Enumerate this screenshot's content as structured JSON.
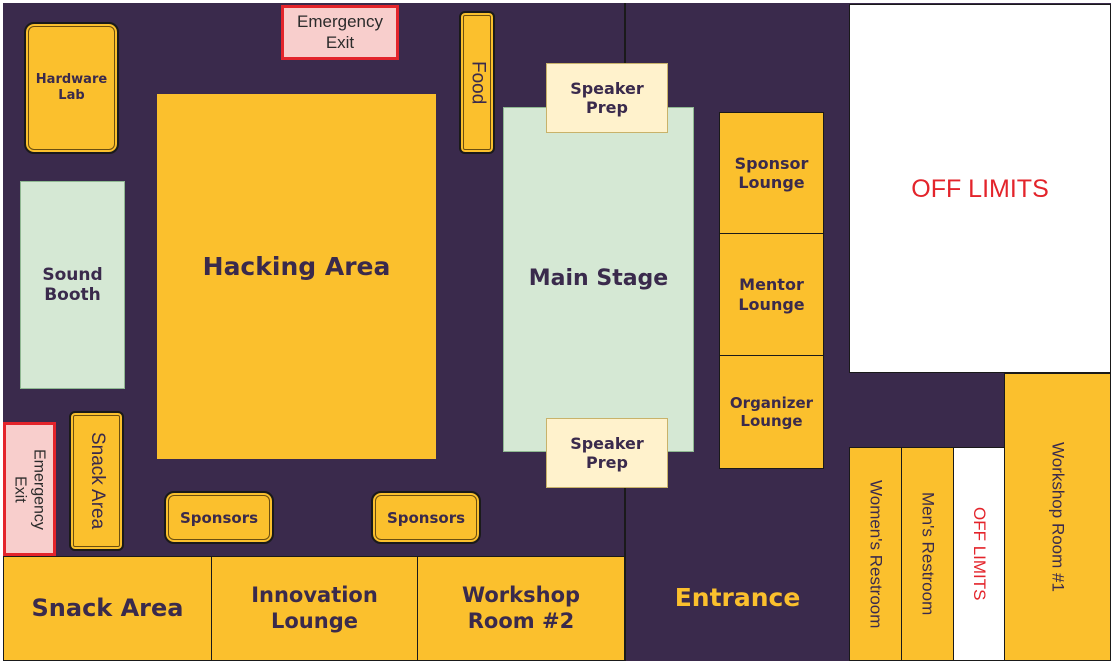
{
  "rooms": {
    "emergency_exit_top": "Emergency\nExit",
    "hardware_lab": "Hardware\nLab",
    "food": "Food",
    "sound_booth": "Sound\nBooth",
    "hacking_area": "Hacking Area",
    "speaker_prep_top": "Speaker\nPrep",
    "main_stage": "Main Stage",
    "speaker_prep_bottom": "Speaker\nPrep",
    "sponsor_lounge": "Sponsor\nLounge",
    "mentor_lounge": "Mentor\nLounge",
    "organizer_lounge": "Organizer\nLounge",
    "off_limits_top": "OFF LIMITS",
    "emergency_exit_left": "Emergency\nExit",
    "snack_area_vertical": "Snack Area",
    "sponsors_left": "Sponsors",
    "sponsors_right": "Sponsors",
    "snack_area": "Snack Area",
    "innovation_lounge": "Innovation\nLounge",
    "workshop_room_2": "Workshop\nRoom #2",
    "entrance": "Entrance",
    "womens_restroom": "Women's Restroom",
    "mens_restroom": "Men's Restroom",
    "off_limits_small": "OFF LIMITS",
    "workshop_room_1": "Workshop Room #1"
  },
  "colors": {
    "floor": "#3a2a4c",
    "room_yellow": "#fbc02d",
    "stage_green": "#d5e8d4",
    "prep_cream": "#fff2cc",
    "exit_pink": "#f8cecc",
    "exit_red": "#e3242b",
    "entrance_text": "#fbc02d",
    "off_limits_text": "#e3242b"
  }
}
